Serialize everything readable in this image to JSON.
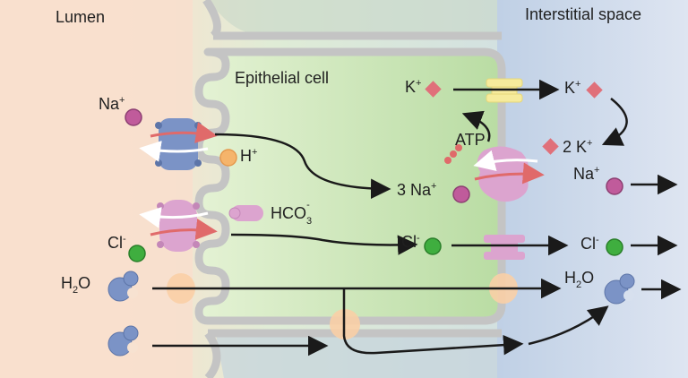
{
  "regions": {
    "lumen": "Lumen",
    "interstitial": "Interstitial space",
    "cell": "Epithelial cell"
  },
  "ions": {
    "na_lumen": "Na",
    "na_lumen_sup": "+",
    "h_plus": "H",
    "h_plus_sup": "+",
    "hco3_base": "HCO",
    "hco3_sub": "3",
    "hco3_sup": "-",
    "cl_lumen": "Cl",
    "cl_lumen_sup": "-",
    "h2o_lumen_h": "H",
    "h2o_lumen_sub": "2",
    "h2o_lumen_o": "O",
    "k_cell": "K",
    "k_cell_sup": "+",
    "k_out": "K",
    "k_out_sup": "+",
    "two_k": "2 K",
    "two_k_sup": "+",
    "atp": "ATP",
    "three_na": "3 Na",
    "three_na_sup": "+",
    "na_out": "Na",
    "na_out_sup": "+",
    "cl_cell": "Cl",
    "cl_cell_sup": "-",
    "cl_out": "Cl",
    "cl_out_sup": "-",
    "h2o_out_h": "H",
    "h2o_out_sub": "2",
    "h2o_out_o": "O"
  },
  "colors": {
    "lumen_bg": "#fbe3d2",
    "interstitial_bg": "#c9d6ea",
    "cell_fill": "#cfe9bd",
    "membrane": "#bdbdbd",
    "transporter_blue": "#7b93c6",
    "transporter_pink": "#dca4cf",
    "na_dot": "#c05b9b",
    "cl_dot": "#3fae3f",
    "h_dot": "#f5b46b",
    "k_diamond": "#e0707a",
    "channel_yellow": "#f6eb9c",
    "aquaporin": "#f9cfa6",
    "water": "#7b93c6",
    "arrow": "#1a1a1a"
  }
}
